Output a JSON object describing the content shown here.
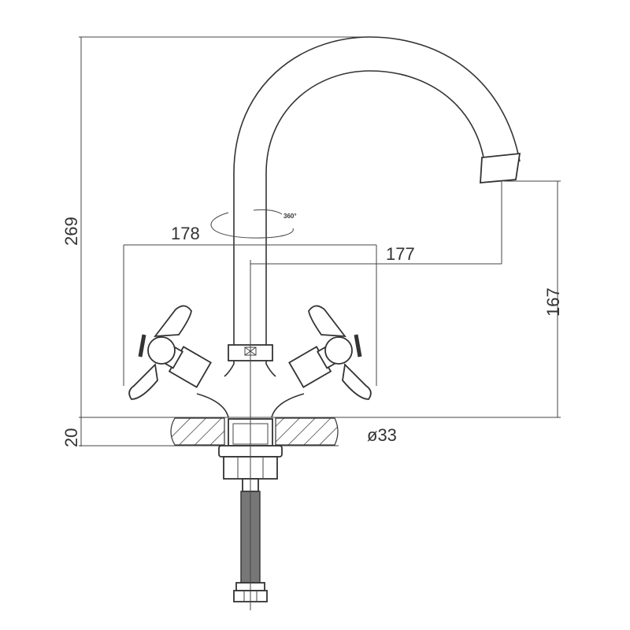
{
  "drawing": {
    "subject": "faucet",
    "dimensions": {
      "total_height": "269",
      "handle_span": "178",
      "spout_reach": "177",
      "spout_height": "167",
      "deck_thickness": "20",
      "hole_diameter": "ø33"
    },
    "rotation_label": "360°",
    "line_color": "#333333",
    "background": "#ffffff"
  }
}
